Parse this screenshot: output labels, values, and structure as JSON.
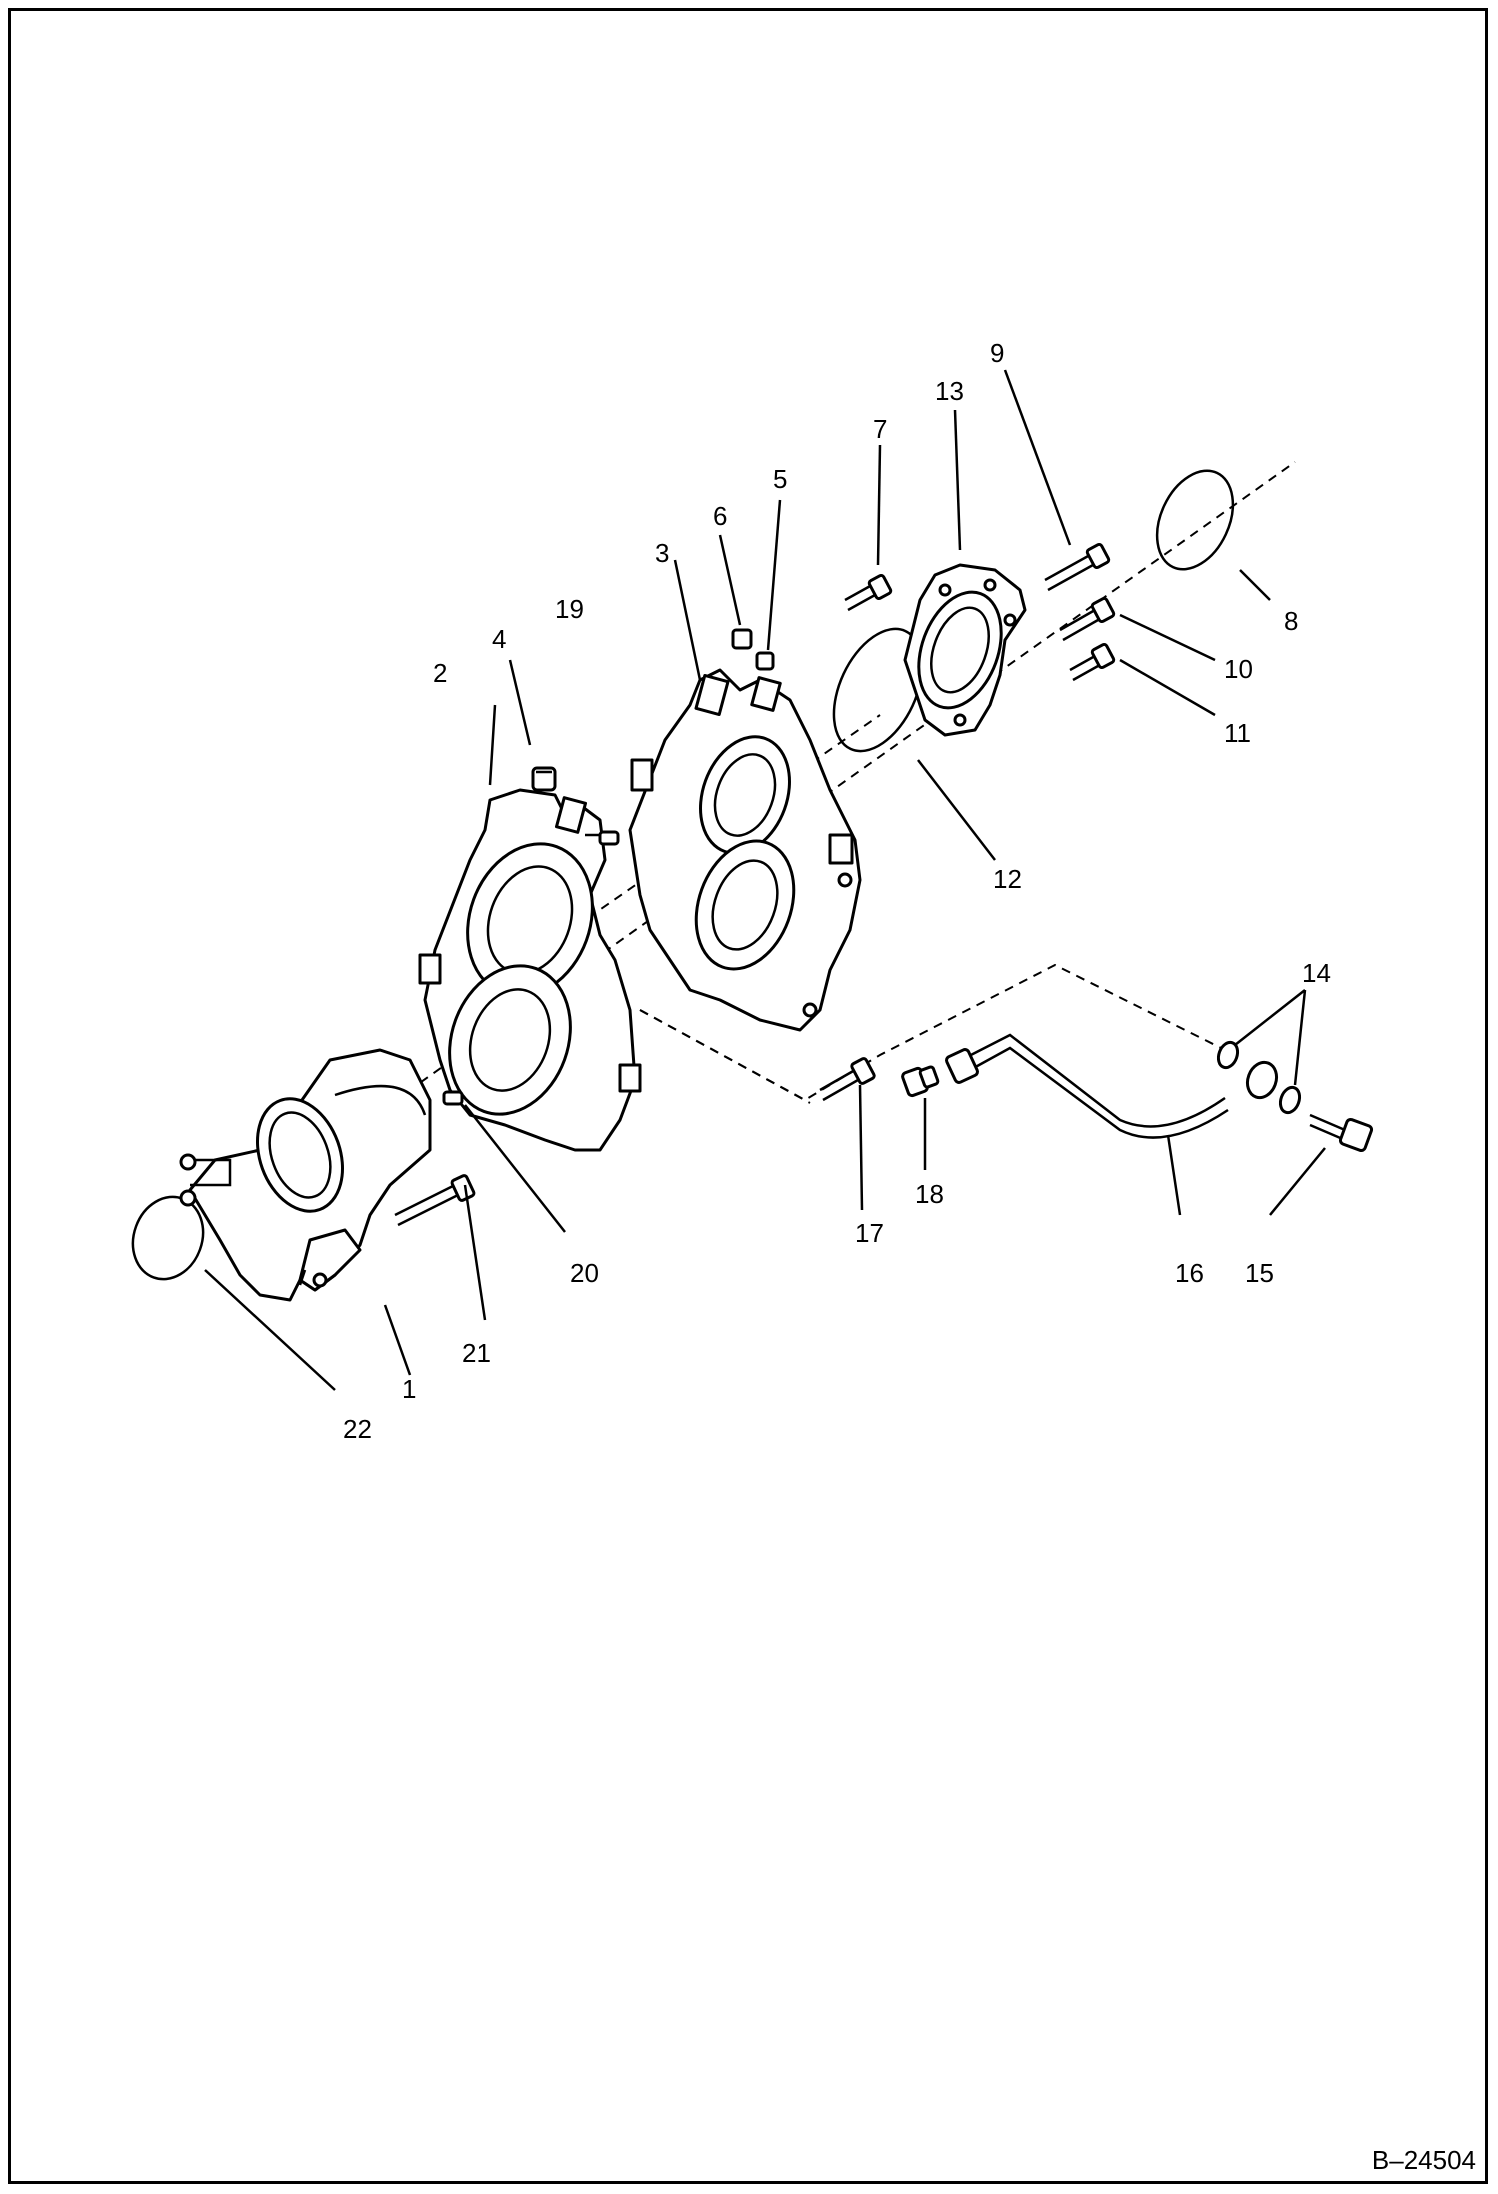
{
  "drawing_number": "B–24504",
  "callouts": [
    {
      "id": "c1",
      "text": "1"
    },
    {
      "id": "c2",
      "text": "2"
    },
    {
      "id": "c3",
      "text": "3"
    },
    {
      "id": "c4",
      "text": "4"
    },
    {
      "id": "c5",
      "text": "5"
    },
    {
      "id": "c6",
      "text": "6"
    },
    {
      "id": "c7",
      "text": "7"
    },
    {
      "id": "c8",
      "text": "8"
    },
    {
      "id": "c9",
      "text": "9"
    },
    {
      "id": "c10",
      "text": "10"
    },
    {
      "id": "c11",
      "text": "11"
    },
    {
      "id": "c12",
      "text": "12"
    },
    {
      "id": "c13",
      "text": "13"
    },
    {
      "id": "c14",
      "text": "14"
    },
    {
      "id": "c15",
      "text": "15"
    },
    {
      "id": "c16",
      "text": "16"
    },
    {
      "id": "c17",
      "text": "17"
    },
    {
      "id": "c18",
      "text": "18"
    },
    {
      "id": "c19",
      "text": "19"
    },
    {
      "id": "c20",
      "text": "20"
    },
    {
      "id": "c21",
      "text": "21"
    },
    {
      "id": "c22",
      "text": "22"
    }
  ]
}
